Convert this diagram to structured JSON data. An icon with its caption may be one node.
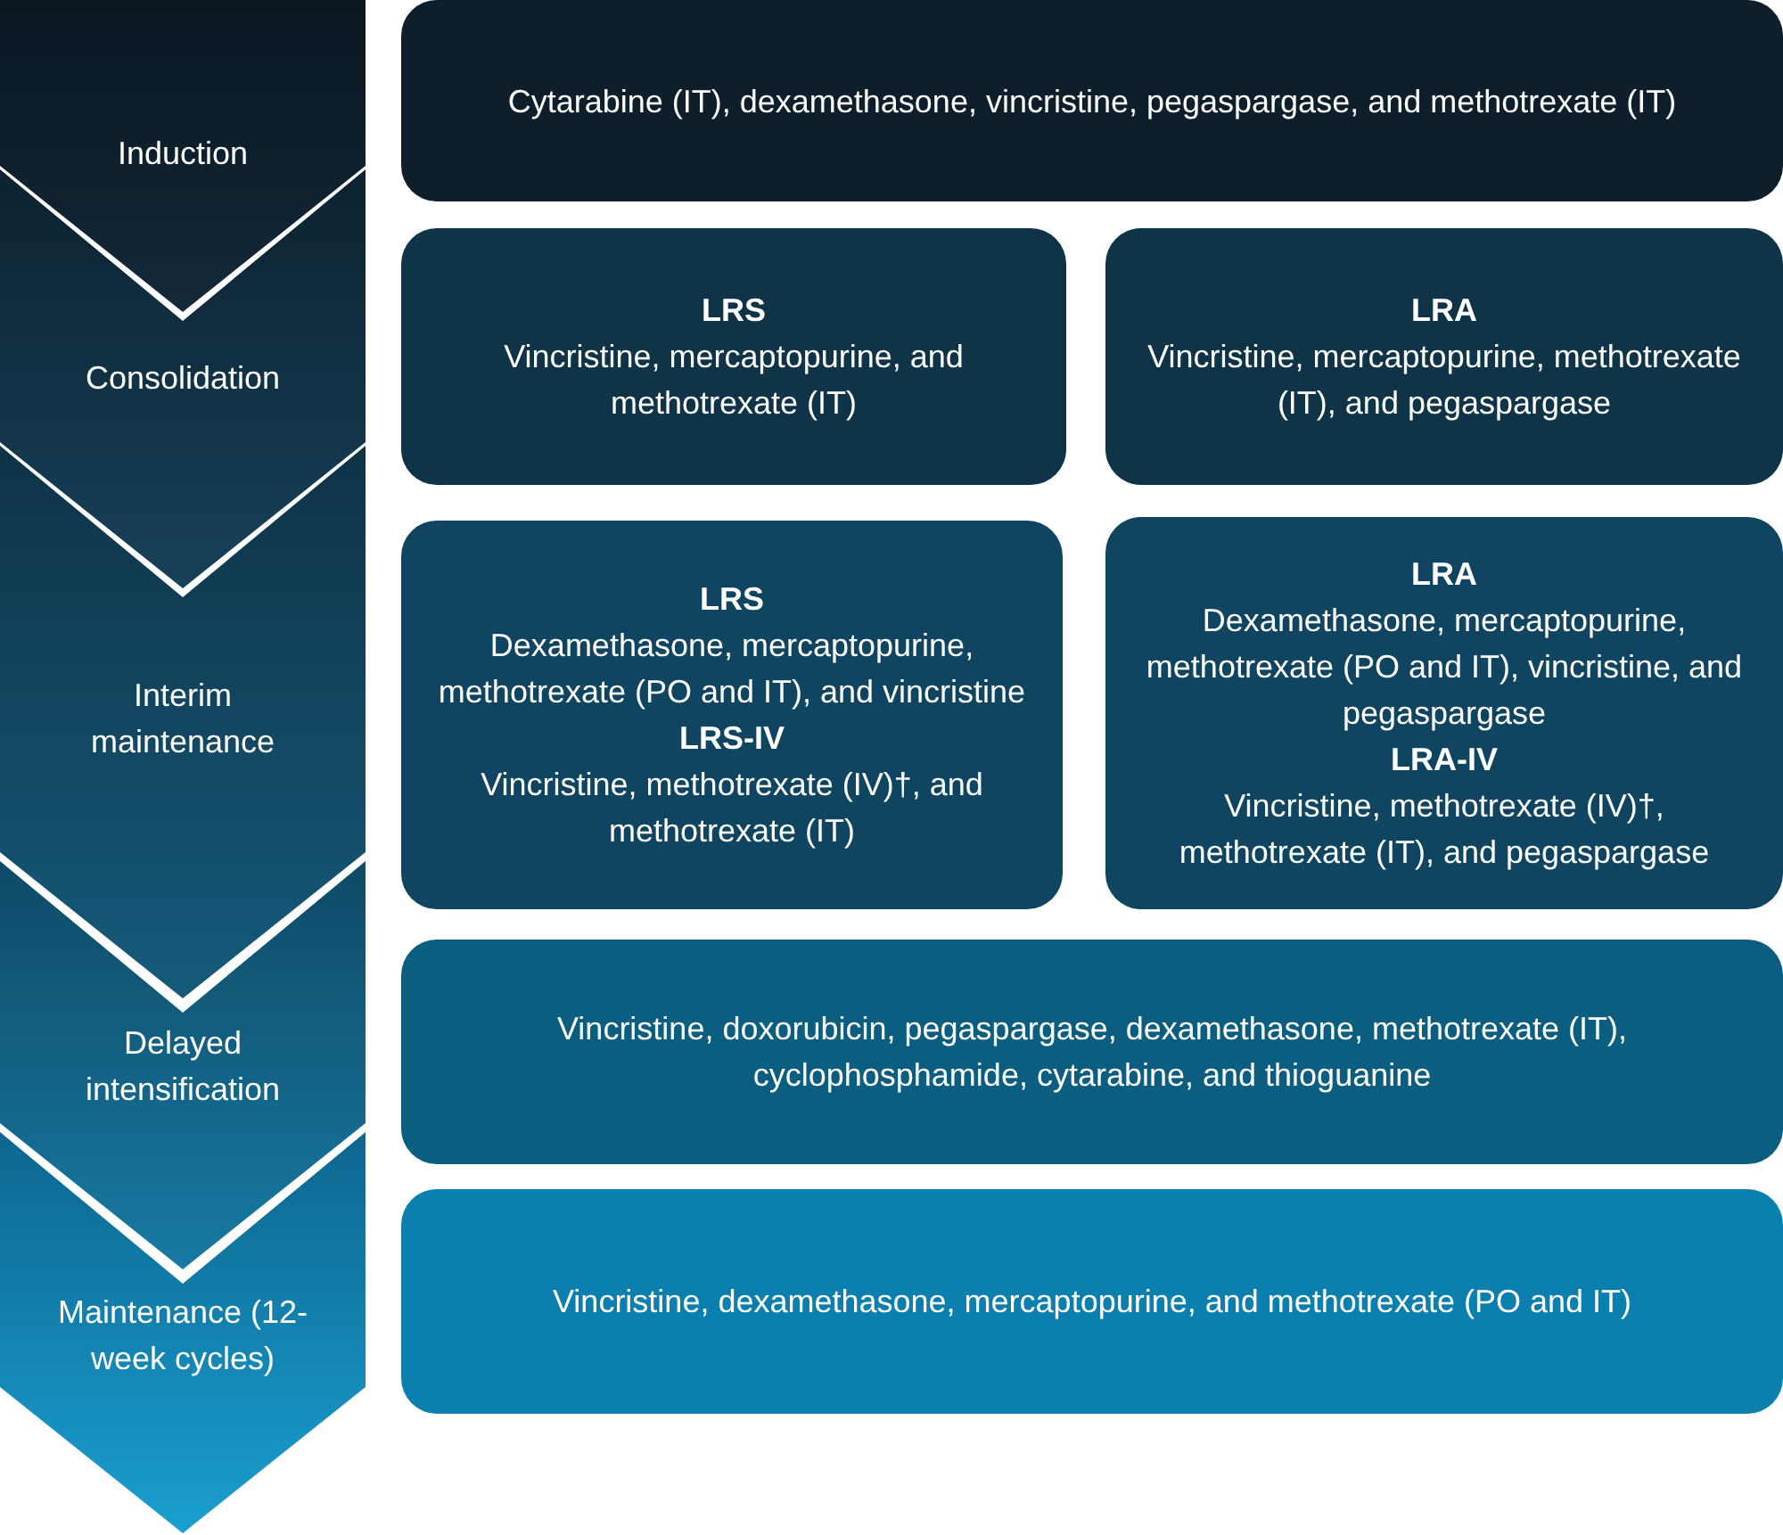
{
  "diagram": {
    "nodes": [
      {
        "text": [
          "Induction"
        ]
      },
      {
        "text": [
          "Cytarabine (IT), dexamethasone, vincristine, pegaspargase, and methotrexate (IT)"
        ]
      },
      {
        "text": [
          "Consolidation"
        ]
      },
      {
        "text": [
          "LRS",
          "Vincristine, mercaptopurine, and methotrexate (IT)"
        ]
      },
      {
        "text": [
          "LRA",
          "Vincristine, mercaptopurine, methotrexate (IT), and pegaspargase"
        ]
      },
      {
        "text": [
          "Interim maintenance"
        ]
      },
      {
        "text": [
          "LRS",
          "Dexamethasone, mercaptopurine, methotrexate (PO and IT), and vincristine",
          "LRS-IV",
          "Vincristine, methotrexate (IV)†, and methotrexate (IT)"
        ]
      },
      {
        "text": [
          "LRA",
          "Dexamethasone, mercaptopurine, methotrexate (PO and IT), vincristine, and pegaspargase",
          "LRA-IV",
          "Vincristine, methotrexate (IV)†, methotrexate (IT), and pegaspargase"
        ]
      },
      {
        "text": [
          "Delayed intensification"
        ]
      },
      {
        "text": [
          "Vincristine, doxorubicin, pegaspargase, dexamethasone, methotrexate (IT), cyclophosphamide, cytarabine, and thioguanine"
        ]
      },
      {
        "text": [
          "Maintenance (12-week cycles)"
        ]
      },
      {
        "text": [
          "Vincristine, dexamethasone, mercaptopurine, and methotrexate (PO and IT)"
        ]
      }
    ]
  }
}
